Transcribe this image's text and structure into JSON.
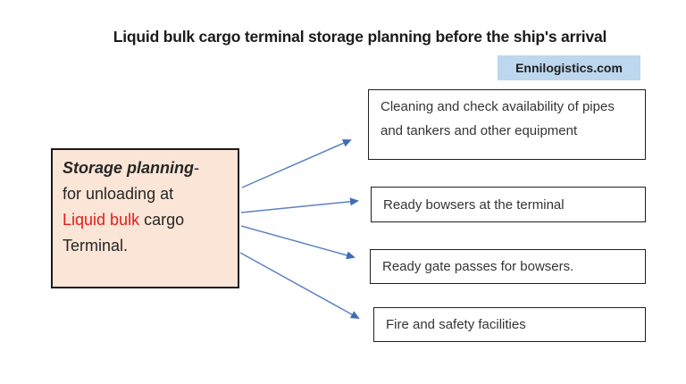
{
  "title": "Liquid bulk cargo terminal storage planning before the ship's arrival",
  "badge": {
    "label": "Ennilogistics.com"
  },
  "center_box": {
    "heading": "Storage planning",
    "heading_suffix": "-",
    "line2": "for unloading at",
    "line3_red": "Liquid bulk",
    "line3_rest": " cargo",
    "line4": "Terminal."
  },
  "items": [
    {
      "label": "Cleaning and check availability of pipes and tankers and other equipment"
    },
    {
      "label": "Ready bowsers at the terminal"
    },
    {
      "label": "Ready gate passes for bowsers."
    },
    {
      "label": "Fire and safety facilities"
    }
  ],
  "connections": [
    {
      "from": "center-box",
      "to": "task-1"
    },
    {
      "from": "center-box",
      "to": "task-2"
    },
    {
      "from": "center-box",
      "to": "task-3"
    },
    {
      "from": "center-box",
      "to": "task-4"
    }
  ],
  "colors": {
    "background": "#ffffff",
    "arrow_blue": "#3f6cb5",
    "center_box_bg": "#fbe5d6",
    "badge_bg": "#bdd7ee",
    "box_border": "#1f1f1f",
    "text_dark": "#2b2b2b",
    "highlight_red": "#e21b1b"
  }
}
